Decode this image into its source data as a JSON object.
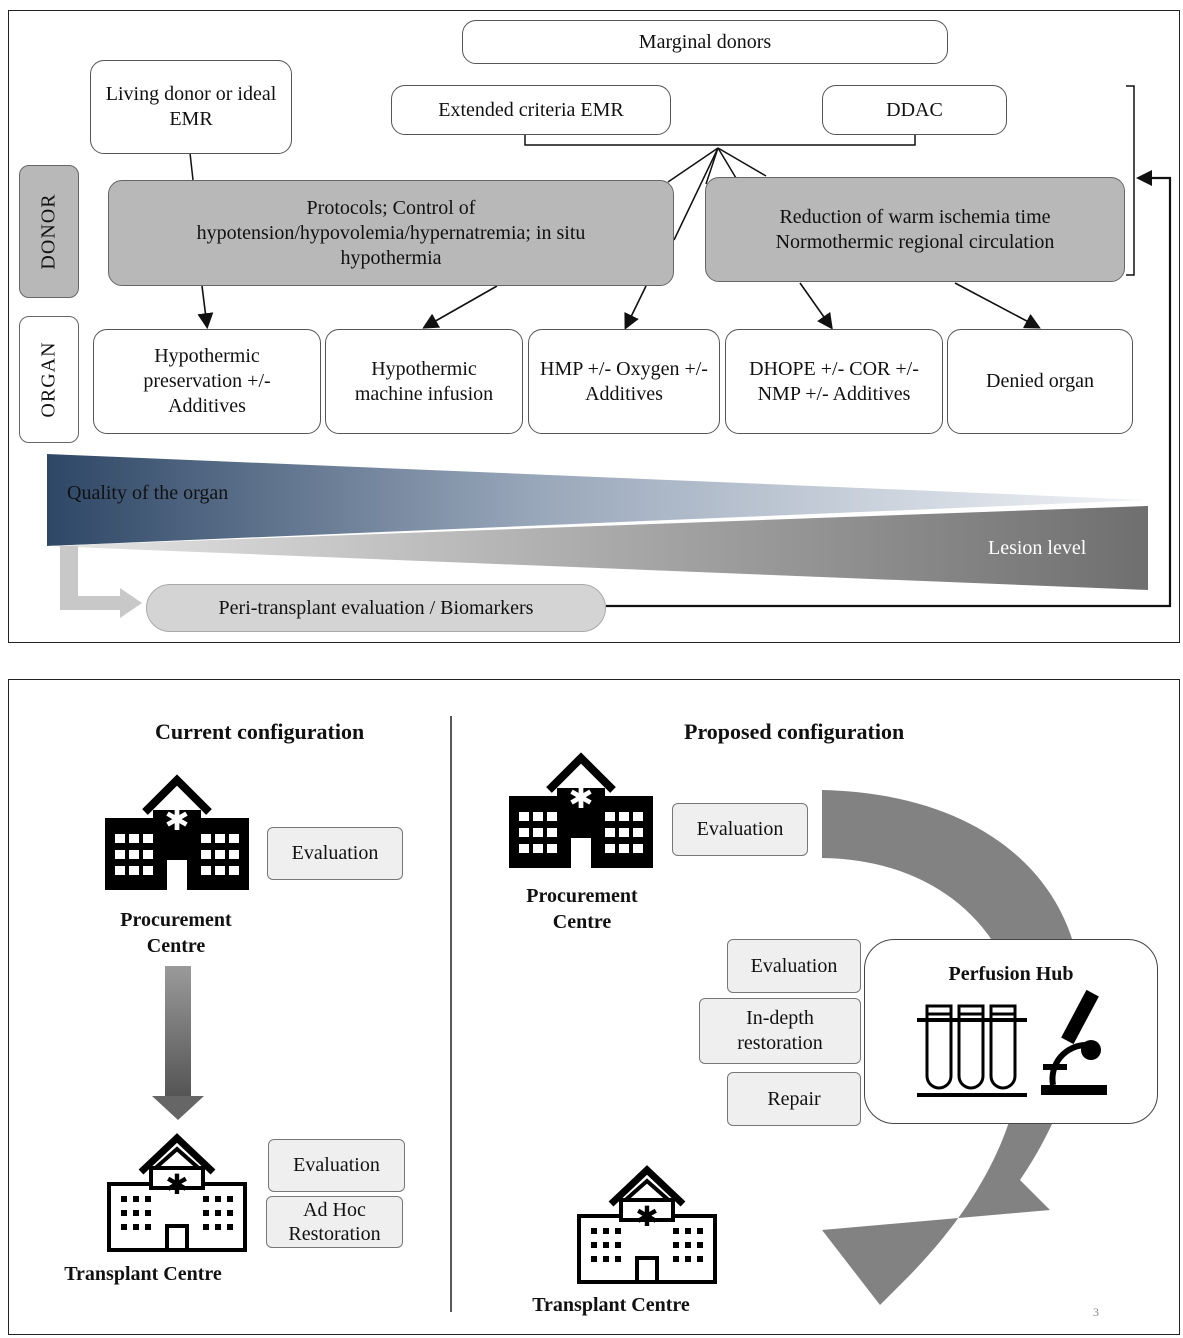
{
  "top": {
    "marginal": "Marginal donors",
    "living": "Living donor or ideal EMR",
    "extended": "Extended criteria EMR",
    "ddac": "DDAC",
    "protocols": "Protocols; Control of hypotension/hypovolemia/hypernatremia; in situ hypothermia",
    "reduction_line1": "Reduction of warm ischemia time",
    "reduction_line2": "Normothermic regional circulation",
    "donor_label": "DONOR",
    "organ_label": "ORGAN",
    "organs": [
      "Hypothermic preservation +/- Additives",
      "Hypothermic machine infusion",
      "HMP +/- Oxygen +/- Additives",
      "DHOPE +/- COR +/- NMP +/- Additives",
      "Denied organ"
    ],
    "quality": "Quality of the organ",
    "lesion": "Lesion level",
    "peri": "Peri-transplant evaluation / Biomarkers"
  },
  "bottom": {
    "current": {
      "title": "Current configuration",
      "procurement_l1": "Procurement",
      "procurement_l2": "Centre",
      "evaluation": "Evaluation",
      "evaluation2": "Evaluation",
      "adhoc_l1": "Ad Hoc",
      "adhoc_l2": "Restoration",
      "transplant": "Transplant Centre"
    },
    "proposed": {
      "title": "Proposed configuration",
      "procurement_l1": "Procurement",
      "procurement_l2": "Centre",
      "evaluation_top": "Evaluation",
      "hub_title": "Perfusion Hub",
      "evaluation": "Evaluation",
      "indepth_l1": "In-depth",
      "indepth_l2": "restoration",
      "repair": "Repair",
      "transplant": "Transplant Centre"
    },
    "page_number": "3"
  }
}
